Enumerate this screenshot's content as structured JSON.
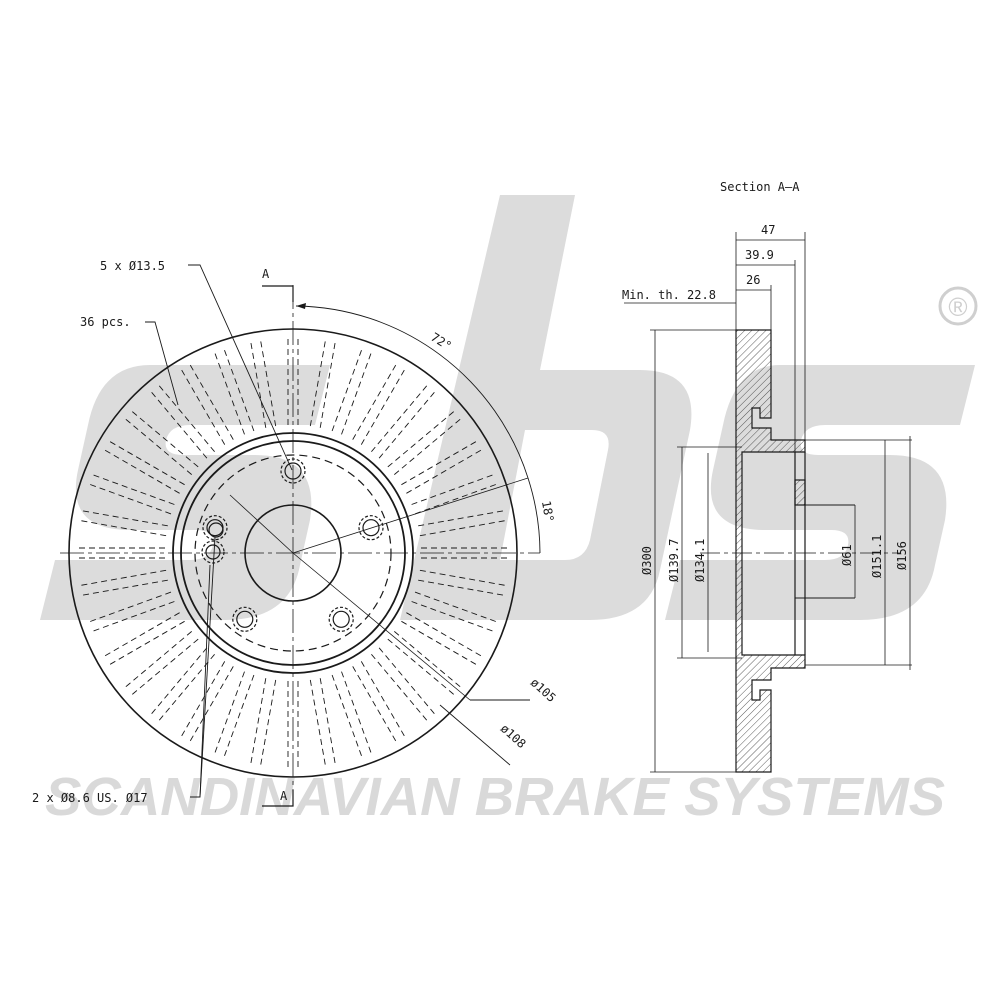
{
  "brand": {
    "mark": "sbs",
    "registered": "®",
    "tagline": "SCANDINAVIAN BRAKE SYSTEMS",
    "watermark_color": "#d9d9d9"
  },
  "front_view": {
    "bolt_holes_callout": "5 x Ø13.5",
    "vanes_callout": "36 pcs.",
    "section_marker": "A",
    "bolt_angle": "72°",
    "vane_angle": "18°",
    "pcd_callout": "ø105",
    "hub_callout": "ø108",
    "locator_callout": "2 x Ø8.6 US. Ø17"
  },
  "section_view": {
    "title": "Section A–A",
    "min_thickness_label": "Min. th. 22.8",
    "dim_47": "47",
    "dim_39_9": "39.9",
    "dim_26": "26",
    "dia_300": "Ø300",
    "dia_139_7": "Ø139.7",
    "dia_134_1": "Ø134.1",
    "dia_61": "Ø61",
    "dia_151_1": "Ø151.1",
    "dia_156": "Ø156"
  },
  "colors": {
    "line": "#1a1a1a",
    "hatch": "#333333"
  }
}
